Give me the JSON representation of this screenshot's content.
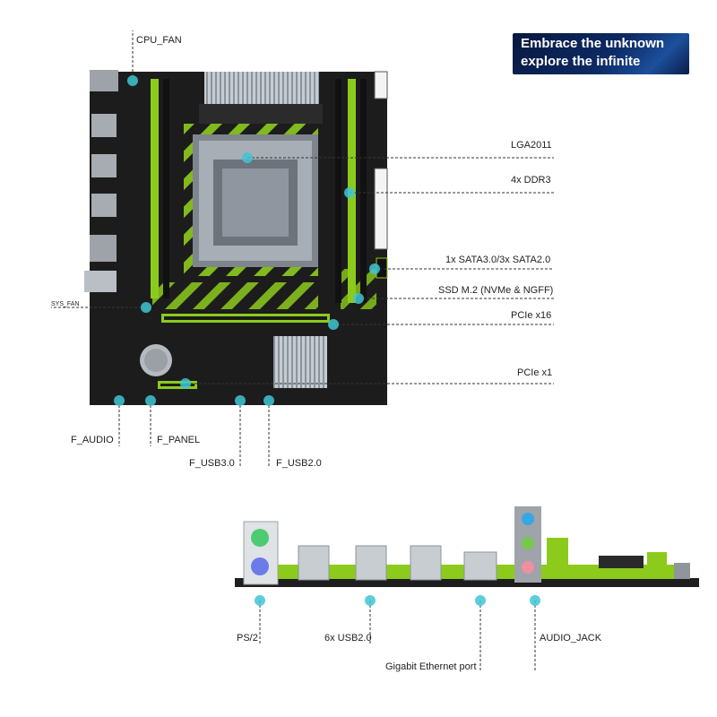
{
  "banner": {
    "line1": "Embrace the unknown",
    "line2": "explore the infinite"
  },
  "colors": {
    "board": "#1c1c1c",
    "accent_green": "#8ccb1c",
    "callout_dot": "#3fc6d3",
    "leader_line": "#333333",
    "heatsink": "#b9bfc7"
  },
  "motherboard_labels": {
    "cpu_fan": "CPU_FAN",
    "sys_fan": "SYS_FAN",
    "lga": "LGA2011",
    "ddr": "4x DDR3",
    "sata": "1x SATA3.0/3x SATA2.0",
    "m2": "SSD M.2 (NVMe & NGFF)",
    "pcie16": "PCIe x16",
    "pcie1": "PCIe x1",
    "f_audio": "F_AUDIO",
    "f_panel": "F_PANEL",
    "f_usb3": "F_USB3.0",
    "f_usb2": "F_USB2.0"
  },
  "io_labels": {
    "ps2": "PS/2",
    "usb": "6x USB2.0",
    "ethernet": "Gigabit Ethernet port",
    "audio": "AUDIO_JACK"
  }
}
